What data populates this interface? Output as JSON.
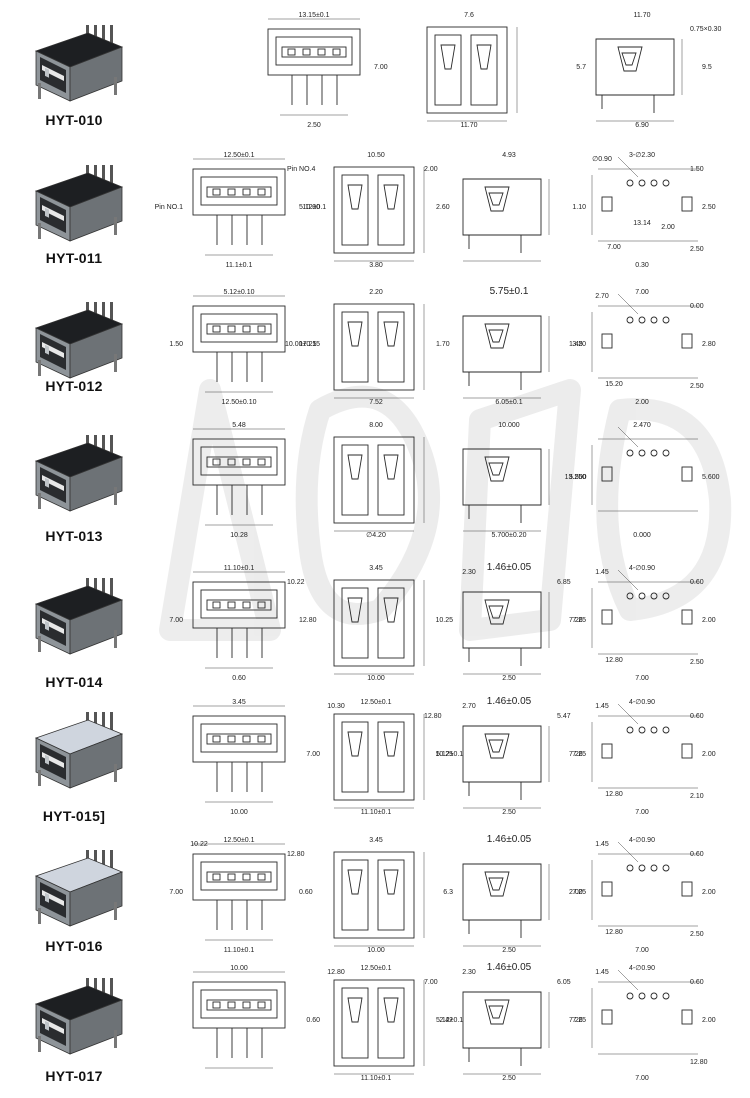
{
  "products": [
    {
      "model": "HYT-010",
      "views": [
        {
          "labels": [
            "13.15±0.1",
            "2.50",
            "7.00"
          ]
        },
        {
          "labels": [
            "7.6",
            "11.70"
          ]
        },
        {
          "labels": [
            "11.70",
            "6.90",
            "9.5",
            "5.7",
            "0.75×0.30"
          ]
        }
      ]
    },
    {
      "model": "HYT-011",
      "views": [
        {
          "labels": [
            "12.50±0.1",
            "11.1±0.1",
            "5.12±0.1",
            "Pin NO.1",
            "Pin NO.4"
          ]
        },
        {
          "labels": [
            "10.50",
            "3.80",
            "2.60",
            "10.00",
            "2.00"
          ]
        },
        {
          "labels": [
            "4.93"
          ]
        },
        {
          "labels": [
            "3-∅2.30",
            "0.30",
            "2.50",
            "1.10",
            "1.50",
            "∅0.90",
            "2.50",
            "7.00",
            "2.00",
            "13.14"
          ]
        }
      ]
    },
    {
      "model": "HYT-012",
      "views": [
        {
          "labels": [
            "5.12±0.10",
            "12.50±0.10",
            "17.25",
            "1.50"
          ]
        },
        {
          "labels": [
            "2.20",
            "7.52",
            "1.70",
            "10.00±0.15"
          ]
        },
        {
          "labels": [
            "5.75±0.1",
            "6.05±0.1",
            "1.45"
          ]
        },
        {
          "labels": [
            "7.00",
            "2.00",
            "2.80",
            "3.20",
            "0.00",
            "2.70",
            "2.50",
            "15.20"
          ]
        }
      ]
    },
    {
      "model": "HYT-013",
      "views": [
        {
          "labels": [
            "5.48",
            "10.28"
          ]
        },
        {
          "labels": [
            "8.00",
            "∅4.20"
          ]
        },
        {
          "labels": [
            "10.000",
            "5.700±0.20",
            "5.500"
          ]
        },
        {
          "labels": [
            "2.470",
            "0.000",
            "5.600",
            "13.250"
          ]
        }
      ]
    },
    {
      "model": "HYT-014",
      "views": [
        {
          "labels": [
            "11.10±0.1",
            "0.60",
            "12.80",
            "7.00",
            "10.22"
          ]
        },
        {
          "labels": [
            "3.45",
            "10.00"
          ]
        },
        {
          "labels": [
            "1.46±0.05",
            "2.50",
            "7.26",
            "10.25",
            "6.85",
            "2.30"
          ]
        },
        {
          "labels": [
            "4-∅0.90",
            "7.00",
            "2.00",
            "7.25",
            "0.60",
            "1.45",
            "2.50",
            "12.80"
          ]
        }
      ]
    },
    {
      "model": "HYT-015]",
      "views": [
        {
          "labels": [
            "3.45",
            "10.00"
          ]
        },
        {
          "labels": [
            "12.50±0.1",
            "11.10±0.1",
            "5.12±0.1",
            "7.00",
            "12.80",
            "10.30"
          ]
        },
        {
          "labels": [
            "1.46±0.05",
            "2.50",
            "7.26",
            "10.25",
            "5.47",
            "2.70"
          ]
        },
        {
          "labels": [
            "4-∅0.90",
            "7.00",
            "2.00",
            "7.25",
            "0.60",
            "1.45",
            "2.10",
            "12.80"
          ]
        }
      ]
    },
    {
      "model": "HYT-016",
      "views": [
        {
          "labels": [
            "12.50±0.1",
            "11.10±0.1",
            "0.60",
            "7.00",
            "12.80",
            "10.22"
          ]
        },
        {
          "labels": [
            "3.45",
            "10.00"
          ]
        },
        {
          "labels": [
            "1.46±0.05",
            "2.50",
            "2.00",
            "6.3"
          ]
        },
        {
          "labels": [
            "4-∅0.90",
            "7.00",
            "2.00",
            "7.25",
            "0.60",
            "1.45",
            "2.50",
            "12.80"
          ]
        }
      ]
    },
    {
      "model": "HYT-017",
      "views": [
        {
          "labels": [
            "10.00"
          ]
        },
        {
          "labels": [
            "12.50±0.1",
            "11.10±0.1",
            "5.12±0.1",
            "0.60",
            "7.00",
            "12.80"
          ]
        },
        {
          "labels": [
            "1.46±0.05",
            "2.50",
            "7.26",
            "2.42",
            "6.05",
            "2.30"
          ]
        },
        {
          "labels": [
            "4-∅0.90",
            "7.00",
            "2.00",
            "7.25",
            "0.60",
            "1.45",
            "12.80"
          ]
        }
      ]
    }
  ],
  "colors": {
    "line": "#2a2a2a",
    "dimension": "#444444",
    "photo_metal": "#8e9499",
    "photo_dark": "#1d1f22",
    "photo_white": "#cfd5de"
  }
}
